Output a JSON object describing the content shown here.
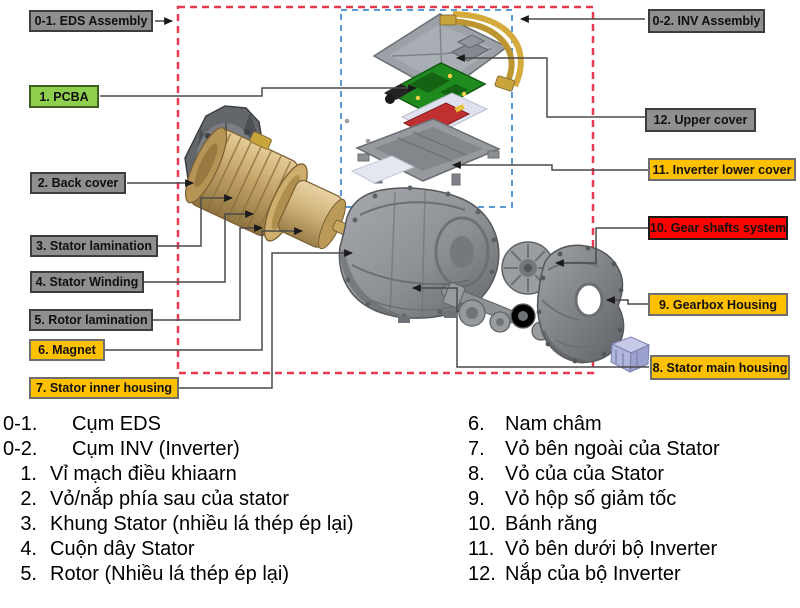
{
  "title": "EDS (Electric Drive System) exploded-view diagram",
  "callouts": {
    "eds_assembly": {
      "text": "0-1. EDS Assembly"
    },
    "inv_assembly": {
      "text": "0-2. INV Assembly"
    },
    "pcba": {
      "text": "1. PCBA"
    },
    "back_cover": {
      "text": "2. Back cover"
    },
    "stator_lamination": {
      "text": "3. Stator lamination"
    },
    "stator_winding": {
      "text": "4. Stator Winding"
    },
    "rotor_lamination": {
      "text": "5. Rotor lamination"
    },
    "magnet": {
      "text": "6. Magnet"
    },
    "stator_inner_housing": {
      "text": "7. Stator inner housing"
    },
    "stator_main_housing": {
      "text": "8. Stator main housing"
    },
    "gearbox_housing": {
      "text": "9. Gearbox Housing"
    },
    "gear_shafts_system": {
      "text": "10. Gear shafts system"
    },
    "inverter_lower_cover": {
      "text": "11. Inverter lower cover"
    },
    "upper_cover": {
      "text": "12. Upper cover"
    }
  },
  "legend": {
    "left": [
      {
        "num": "0-1.",
        "text": "Cụm EDS"
      },
      {
        "num": "0-2.",
        "text": "Cụm INV (Inverter)"
      },
      {
        "num": "1.",
        "text": "Vỉ mạch điều khiaarn"
      },
      {
        "num": "2.",
        "text": "Vỏ/nắp phía sau của stator"
      },
      {
        "num": "3.",
        "text": "Khung Stator (nhiều lá thép ép lại)"
      },
      {
        "num": "4.",
        "text": "Cuộn dây Stator"
      },
      {
        "num": "5.",
        "text": "Rotor (Nhiều lá thép ép lại)"
      }
    ],
    "right": [
      {
        "num": "6.",
        "text": "Nam châm"
      },
      {
        "num": "7.",
        "text": "Vỏ bên ngoài của Stator"
      },
      {
        "num": "8.",
        "text": "Vỏ của của Stator"
      },
      {
        "num": "9.",
        "text": "Vỏ hộp số giảm tốc"
      },
      {
        "num": "10.",
        "text": "Bánh răng"
      },
      {
        "num": "11.",
        "text": "Vỏ bên dưới bộ Inverter"
      },
      {
        "num": "12.",
        "text": "Nắp của bộ Inverter"
      }
    ]
  },
  "colors": {
    "label_gray": "#8f8f8f",
    "label_green": "#8ed04e",
    "label_orange": "#ffc000",
    "label_red": "#ff0000",
    "eds_boundary_red_dash": "#ea3a52",
    "inv_boundary_blue_dash": "#5b9bd5",
    "copper_stator": "#c3a268",
    "pcb_green": "#1f8b1f",
    "part_gray": "#8d9094",
    "purple_part": "#b2b5dc"
  }
}
